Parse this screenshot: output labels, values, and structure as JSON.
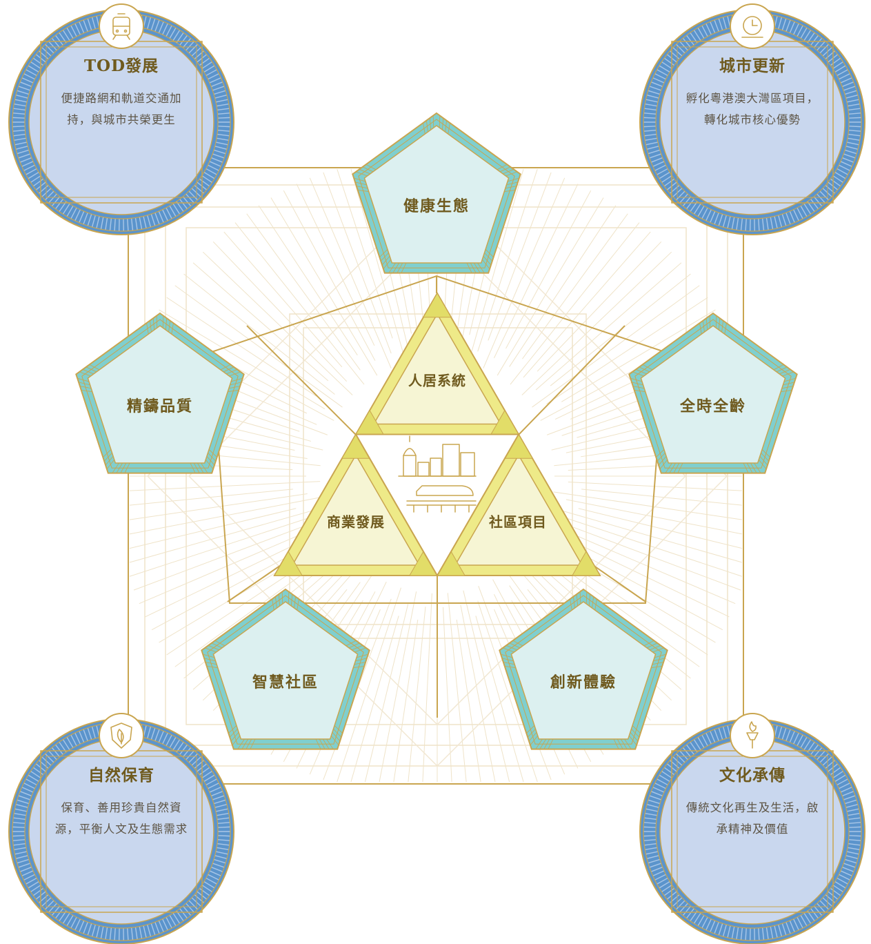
{
  "corners": [
    {
      "id": "tod",
      "title": "TOD發展",
      "desc": "便捷路網和軌道交通加持，與城市共榮更生",
      "icon": "tram-icon"
    },
    {
      "id": "renewal",
      "title": "城市更新",
      "desc": "孵化粵港澳大灣區項目，轉化城市核心優勢",
      "icon": "clock-icon"
    },
    {
      "id": "nature",
      "title": "自然保育",
      "desc": "保育、善用珍貴自然資源，平衡人文及生態需求",
      "icon": "leaf-shield-icon"
    },
    {
      "id": "culture",
      "title": "文化承傳",
      "desc": "傳統文化再生及生活，啟承精神及價值",
      "icon": "torch-icon"
    }
  ],
  "pentagons": [
    {
      "id": "health",
      "label": "健康生態"
    },
    {
      "id": "quality",
      "label": "精鑄品質"
    },
    {
      "id": "allage",
      "label": "全時全齡"
    },
    {
      "id": "smart",
      "label": "智慧社區"
    },
    {
      "id": "innovation",
      "label": "創新體驗"
    }
  ],
  "triangles": [
    {
      "id": "living",
      "label": "人居系統"
    },
    {
      "id": "commercial",
      "label": "商業發展"
    },
    {
      "id": "community",
      "label": "社區項目"
    }
  ],
  "center_icon": "city-train-icon",
  "colors": {
    "gold": "#c9a54f",
    "medallion_blue": "#5b94cc",
    "medallion_fill": "#c9d7ee",
    "pentagon_teal": "#7fcfcf",
    "pentagon_fill": "#dcf0f0",
    "triangle_yellow": "#eeea88",
    "triangle_fill": "#f6f5d4",
    "text": "#6f5a1e"
  }
}
